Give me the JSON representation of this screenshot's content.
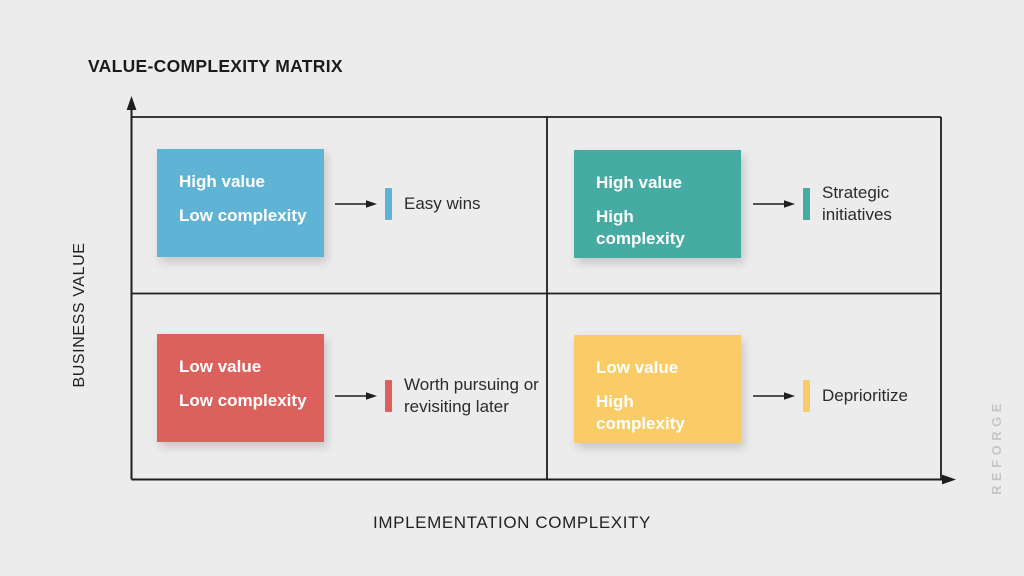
{
  "title": "VALUE-COMPLEXITY MATRIX",
  "axes": {
    "y_label": "BUSINESS VALUE",
    "x_label": "IMPLEMENTATION COMPLEXITY"
  },
  "watermark": "REFORGE",
  "colors": {
    "background": "#ECECEC",
    "line": "#1E1E1E",
    "label_text": "#2B2B2B",
    "watermark_text": "#C6C6C6",
    "card_text": "#FFFFFF"
  },
  "quadrants": [
    {
      "position": "top-left",
      "line1": "High value",
      "line2": "Low complexity",
      "label": "Easy wins",
      "color": "#5FB3D4"
    },
    {
      "position": "top-right",
      "line1": "High value",
      "line2": "High complexity",
      "label": "Strategic initiatives",
      "color": "#45ABA3"
    },
    {
      "position": "bottom-left",
      "line1": "Low value",
      "line2": "Low complexity",
      "label": "Worth pursuing or revisiting later",
      "color": "#DC615C"
    },
    {
      "position": "bottom-right",
      "line1": "Low value",
      "line2": "High complexity",
      "label": "Deprioritize",
      "color": "#F9CC67"
    }
  ]
}
